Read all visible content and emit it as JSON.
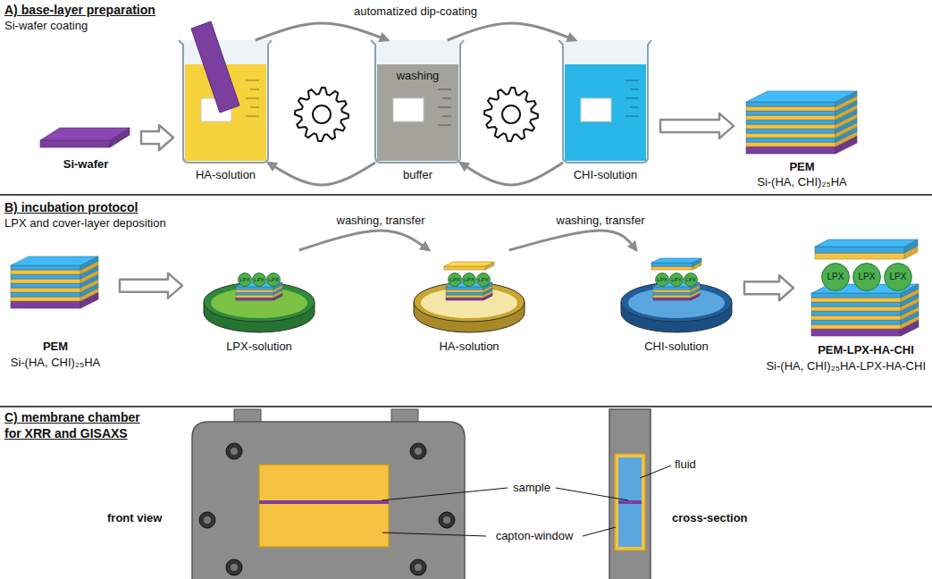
{
  "diagram": {
    "nodes": [
      {
        "text": [
          "Si-wafer"
        ]
      },
      {
        "text": [
          "HA-solution"
        ]
      },
      {
        "text": [
          "washing",
          "buffer"
        ]
      },
      {
        "text": [
          "CHI-solution"
        ]
      },
      {
        "text": [
          "PEM",
          "Si-(HA, CHI)₂₅HA"
        ]
      },
      {
        "text": [
          "PEM",
          "Si-(HA, CHI)₂₅HA"
        ]
      },
      {
        "text": [
          "LPX-solution"
        ]
      },
      {
        "text": [
          "LPX"
        ],
        "in": 6
      },
      {
        "text": [
          "LPX"
        ],
        "in": 6
      },
      {
        "text": [
          "LPX"
        ],
        "in": 6
      },
      {
        "text": [
          "HA-solution"
        ]
      },
      {
        "text": [
          "LPX"
        ],
        "in": 10
      },
      {
        "text": [
          "LPX"
        ],
        "in": 10
      },
      {
        "text": [
          "LPX"
        ],
        "in": 10
      },
      {
        "text": [
          "CHI-solution"
        ]
      },
      {
        "text": [
          "LPX"
        ],
        "in": 14
      },
      {
        "text": [
          "LPX"
        ],
        "in": 14
      },
      {
        "text": [
          "LPX"
        ],
        "in": 14
      },
      {
        "text": [
          "PEM-LPX-HA-CHI",
          "Si-(HA, CHI)₂₅HA-LPX-HA-CHI"
        ]
      },
      {
        "text": [
          "LPX"
        ],
        "in": 18
      },
      {
        "text": [
          "LPX"
        ],
        "in": 18
      },
      {
        "text": [
          "LPX"
        ],
        "in": 18
      }
    ],
    "edges": [
      {
        "from": 0,
        "to": 1,
        "arrow": "to"
      },
      {
        "from": 1,
        "to": 2,
        "arrow": "to"
      },
      {
        "from": 2,
        "to": 3,
        "arrow": "to"
      },
      {
        "from": 3,
        "to": 2,
        "arrow": "to"
      },
      {
        "from": 2,
        "to": 1,
        "arrow": "to"
      },
      {
        "from": 3,
        "to": 4,
        "arrow": "to"
      },
      {
        "from": 5,
        "to": 6,
        "arrow": "to"
      },
      {
        "from": 6,
        "to": 10,
        "label": "washing, transfer",
        "arrow": "to"
      },
      {
        "from": 10,
        "to": 14,
        "label": "washing, transfer",
        "arrow": "to"
      },
      {
        "from": 14,
        "to": 18,
        "arrow": "to"
      }
    ],
    "labels": [
      "A) base-layer preparation",
      "Si-wafer coating",
      "automatized dip-coating",
      "B) incubation protocol",
      "LPX and cover-layer deposition",
      "C) membrane chamber",
      "for XRR and GISAXS",
      "front view",
      "sample",
      "cross-section",
      "fluid",
      "capton-window"
    ]
  }
}
